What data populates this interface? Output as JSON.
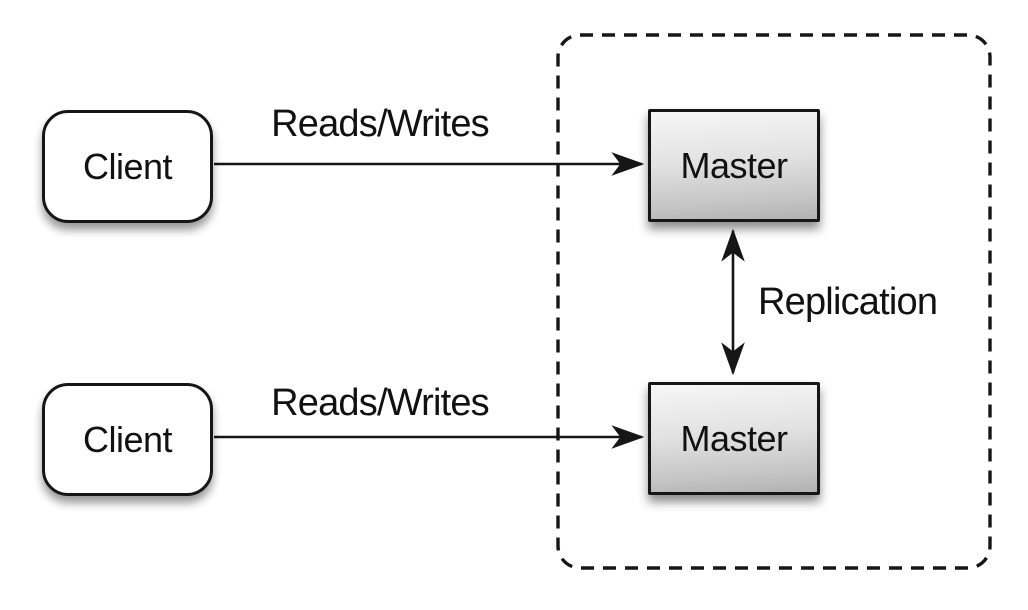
{
  "diagram": {
    "type": "architecture-diagram",
    "topic": "master-master-replication",
    "nodes": {
      "client_top": {
        "label": "Client"
      },
      "client_bottom": {
        "label": "Client"
      },
      "master_top": {
        "label": "Master"
      },
      "master_bottom": {
        "label": "Master"
      }
    },
    "edges": {
      "reads_writes_top": {
        "label": "Reads/Writes",
        "from": "client_top",
        "to": "master_top",
        "direction": "right"
      },
      "reads_writes_bottom": {
        "label": "Reads/Writes",
        "from": "client_bottom",
        "to": "master_bottom",
        "direction": "right"
      },
      "replication": {
        "label": "Replication",
        "from": "master_top",
        "to": "master_bottom",
        "direction": "both"
      }
    },
    "container": {
      "style": "dashed-rounded-rectangle",
      "encloses": [
        "master_top",
        "master_bottom"
      ]
    },
    "colors": {
      "background": "#ffffff",
      "stroke": "#161616",
      "text": "#111111",
      "client_fill": "#ffffff",
      "master_gradient_top": "#f6f6f6",
      "master_gradient_bottom": "#b2b2b2"
    }
  }
}
